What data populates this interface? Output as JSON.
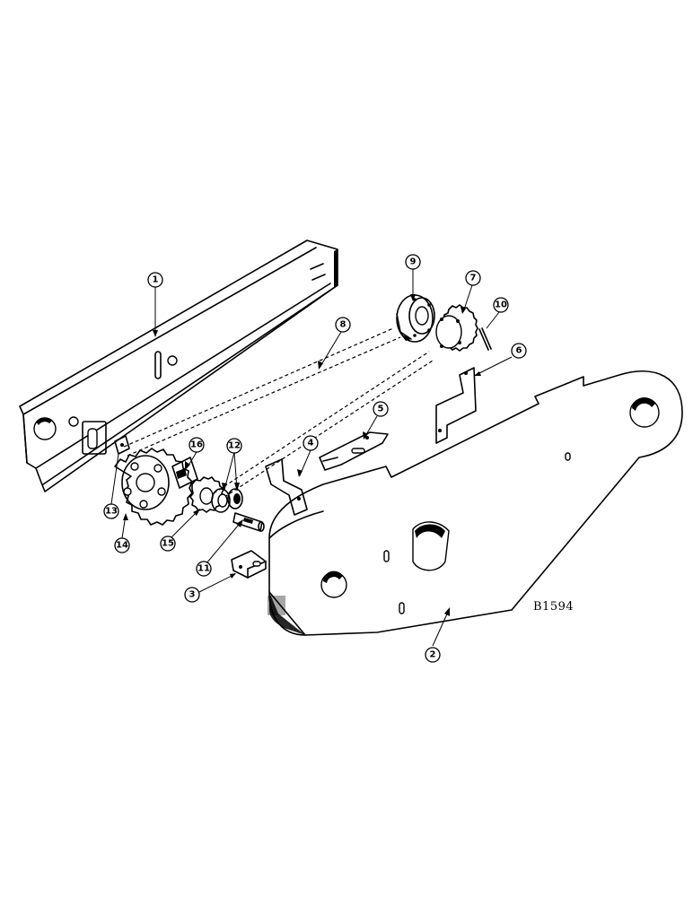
{
  "callouts": [
    "1",
    "2",
    "3",
    "4",
    "5",
    "6",
    "7",
    "8",
    "9",
    "10",
    "11",
    "12",
    "13",
    "14",
    "15",
    "16"
  ],
  "reference_code": "B1594"
}
